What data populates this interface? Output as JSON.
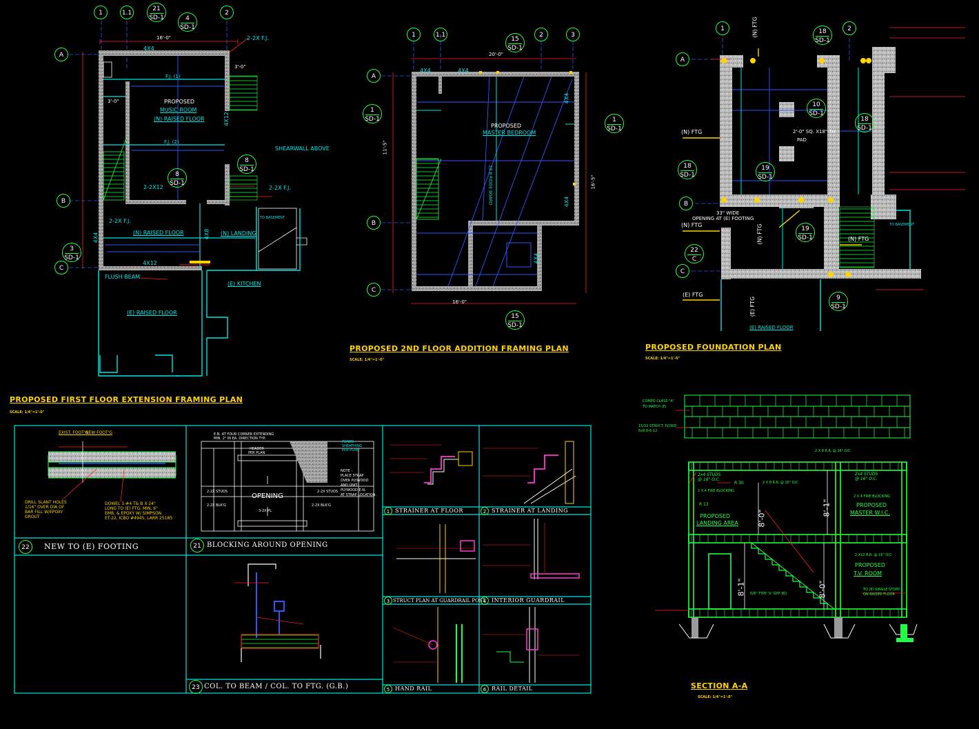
{
  "titles": {
    "first_floor": "PROPOSED FIRST FLOOR EXTENSION FRAMING PLAN",
    "second_floor": "PROPOSED 2ND FLOOR ADDITION FRAMING PLAN",
    "foundation": "PROPOSED FOUNDATION PLAN",
    "section": "SECTION A-A"
  },
  "scales": {
    "first_floor": "SCALE: 1/4\"=1'-0\"",
    "second_floor": "SCALE: 1/4\"=1'-0\"",
    "foundation": "SCALE: 1/4\"=1'-0\"",
    "section": "SCALE: 1/4\"=1'-0\""
  },
  "grid_bubbles": {
    "plan1": [
      "1",
      "1.1",
      "2",
      "A",
      "B",
      "C"
    ],
    "plan2": [
      "1",
      "1.1",
      "2",
      "3",
      "A",
      "B",
      "C"
    ],
    "plan3": [
      "1",
      "2",
      "A",
      "B",
      "C"
    ]
  },
  "section_bubbles": {
    "p1_top": [
      "21",
      "SD-1"
    ],
    "p1_top2": [
      "4",
      "SD-1"
    ],
    "p1_mid": [
      "8",
      "SD-1"
    ],
    "p1_right": [
      "8",
      "SD-1"
    ],
    "p1_left": [
      "3",
      "SD-1"
    ],
    "p2_top": [
      "15",
      "SD-1"
    ],
    "p2_bot": [
      "15",
      "SD-1"
    ],
    "p2_left": [
      "1",
      "SD-1"
    ],
    "p2_right": [
      "1",
      "SD-1"
    ],
    "p3_18a": [
      "18",
      "SD-1"
    ],
    "p3_10": [
      "10",
      "SD-1"
    ],
    "p3_18b": [
      "18",
      "SD-1"
    ],
    "p3_18c": [
      "18",
      "SD-1"
    ],
    "p3_19a": [
      "19",
      "SD-1"
    ],
    "p3_19b": [
      "19",
      "SD-1"
    ],
    "p3_22": [
      "22",
      "C"
    ],
    "p3_9": [
      "9",
      "SD-1"
    ]
  },
  "plan1": {
    "room_a": "PROPOSED",
    "room_b": "MUSIC ROOM",
    "raised": "(N) RAISED FLOOR",
    "raised2": "(N) RAISED FLOOR",
    "landing": "(N) LANDING",
    "e_raised": "(E) RAISED FLOOR",
    "kitchen": "(E) KITCHEN",
    "flush": "FLUSH BEAM",
    "shear": "SHEARWALL ABOVE",
    "fj1": "2-2X F.J.",
    "fj2": "2-2X F.J.",
    "fj3": "2-2X F.J.",
    "x12": "2-2X12",
    "b4x4": "4X4",
    "b4x12a": "4X12",
    "b4x12b": "4X12",
    "b4x4b": "4X4",
    "b4x8": "4X8",
    "dim_top": "16'-0\"",
    "dim_30a": "3'-0\"",
    "dim_30b": "3'-0\"",
    "fj_top": "F.J. (1)",
    "fj_mid": "F.J. (2)",
    "to_basement": "TO BASEMENT"
  },
  "plan2": {
    "room_a": "PROPOSED",
    "room_b": "MASTER BEDROOM",
    "b4x4a": "4X4",
    "b4x4b": "4X4",
    "b4x4c": "4X4",
    "b4x4d": "4X4",
    "b4x4e": "4X4",
    "dim_top": "20'-0\"",
    "dim_bot": "16'-0\"",
    "dim_left": "11'-5\"",
    "dim_right": "16'-5\"",
    "ridge": "2X 8 RIDGE BOARD"
  },
  "plan3": {
    "ftg_top": "(N) FTG",
    "ftg_l1": "(N) FTG",
    "ftg_l2": "(N) FTG",
    "ftg_r": "(N) FTG",
    "ftg_mid": "(N) FTG",
    "e_ftg1": "(E) FTG",
    "e_ftg2": "(E) FTG",
    "pad": "2'-0\" SQ. X18\" TH",
    "pad2": "PAD",
    "opening1": "33\" WIDE",
    "opening2": "OPENING AT (E) FOOTING",
    "e_raised": "(E) RAISED FLOOR",
    "to_basement": "TO BASEMENT"
  },
  "details": {
    "d22": "NEW TO (E) FOOTING",
    "d21": "BLOCKING AROUND OPENING",
    "d23": "COL. TO BEAM / COL. TO FTG. (G.B.)",
    "d1": "STRAINER AT FLOOR",
    "d2": "STRAINER AT LANDING",
    "d3": "STRUCT PLAN AT GUARDRAIL POST",
    "d4": "INTERIOR GUARDRAIL",
    "d5": "HAND RAIL",
    "d6": "RAIL DETAIL",
    "n22": "22",
    "n21": "21",
    "n23": "23",
    "n1": "1",
    "n2": "2",
    "n3": "3",
    "n4": "4",
    "n5": "5",
    "n6": "6",
    "exist": "EXIST. FOOT'G",
    "new": "NEW FOOT'G",
    "drill1": "DRILL SLANT HOLES",
    "drill2": "1/16\" OVER DIA OF",
    "drill3": "BAR FILL W/EPOXY",
    "drill4": "GROUT",
    "dowel1": "DOWEL 1-#4 T& B X 24\"",
    "dowel2": "LONG TO (E) FTG. MIN. 6\"",
    "dowel3": "EMB. & EPOXY W/ SIMPSON",
    "dowel4": "ET-22, ICBO #4945, LARR 25185",
    "opening": "OPENING",
    "header": "HEADER",
    "header2": "PER PLAN",
    "studs1": "2-2X STUDS",
    "studs2": "2-2X STUDS",
    "blk1": "2-2X BLK'G",
    "blk2": "2-2X BLK'G",
    "pl": "3-2X PL",
    "note1": "NOTE :",
    "note2": "PLACE STRAP",
    "note3": "OVER PLYWOOD",
    "note4": "AND UNIT",
    "note5": "PLYWOOD E.N.",
    "note6": "AT STRAP LOCATION.",
    "en1": "E.N. AT FOUR CORNER EXTENDING",
    "en2": "MIN. 2\" IN EA. DIRECTION TYP.",
    "plywd1": "PLYWD.",
    "plywd2": "SHEATHING",
    "plywd3": "PER PLAN"
  },
  "section": {
    "comp1": "COMPO CLASS \"A\"",
    "comp2": "TO MATCH (E)",
    "ply1": "15/32 STRUCT. PLYWD",
    "ply2": "6x8 8-6-12",
    "rr": "2 X 8 R.R. @ 16\" O/C",
    "studs1": "2x4 STUDS",
    "studs1b": "@ 16\" O.C.",
    "studs2": "2x4 STUDS",
    "studs2b": "@ 16\" O.C.",
    "r30": "R 30",
    "cj": "2 X 8 R.R. @ 16\" O/C",
    "blk1": "2 X 4 FIRE BLOCKING",
    "blk2": "2 X 4 FIRE BLOCKING",
    "r13": "R 13",
    "room1a": "PROPOSED",
    "room1b": "LANDING AREA",
    "room2a": "PROPOSED",
    "room2b": "MASTER W.I.C.",
    "room3a": "PROPOSED",
    "room3b": "T.V. ROOM",
    "h1": "8'-1\"",
    "h2": "8'-0\"",
    "h3": "8'-1\"",
    "h4": "8'-0\"",
    "fj": "2 X12 R.R. @ 16\" O/C",
    "gyp": "5/8\" TYPE 'X' GYP. BD.",
    "to1": "TO (E) SINGLE STORY",
    "to2": "ON RAISED FLOOR"
  }
}
